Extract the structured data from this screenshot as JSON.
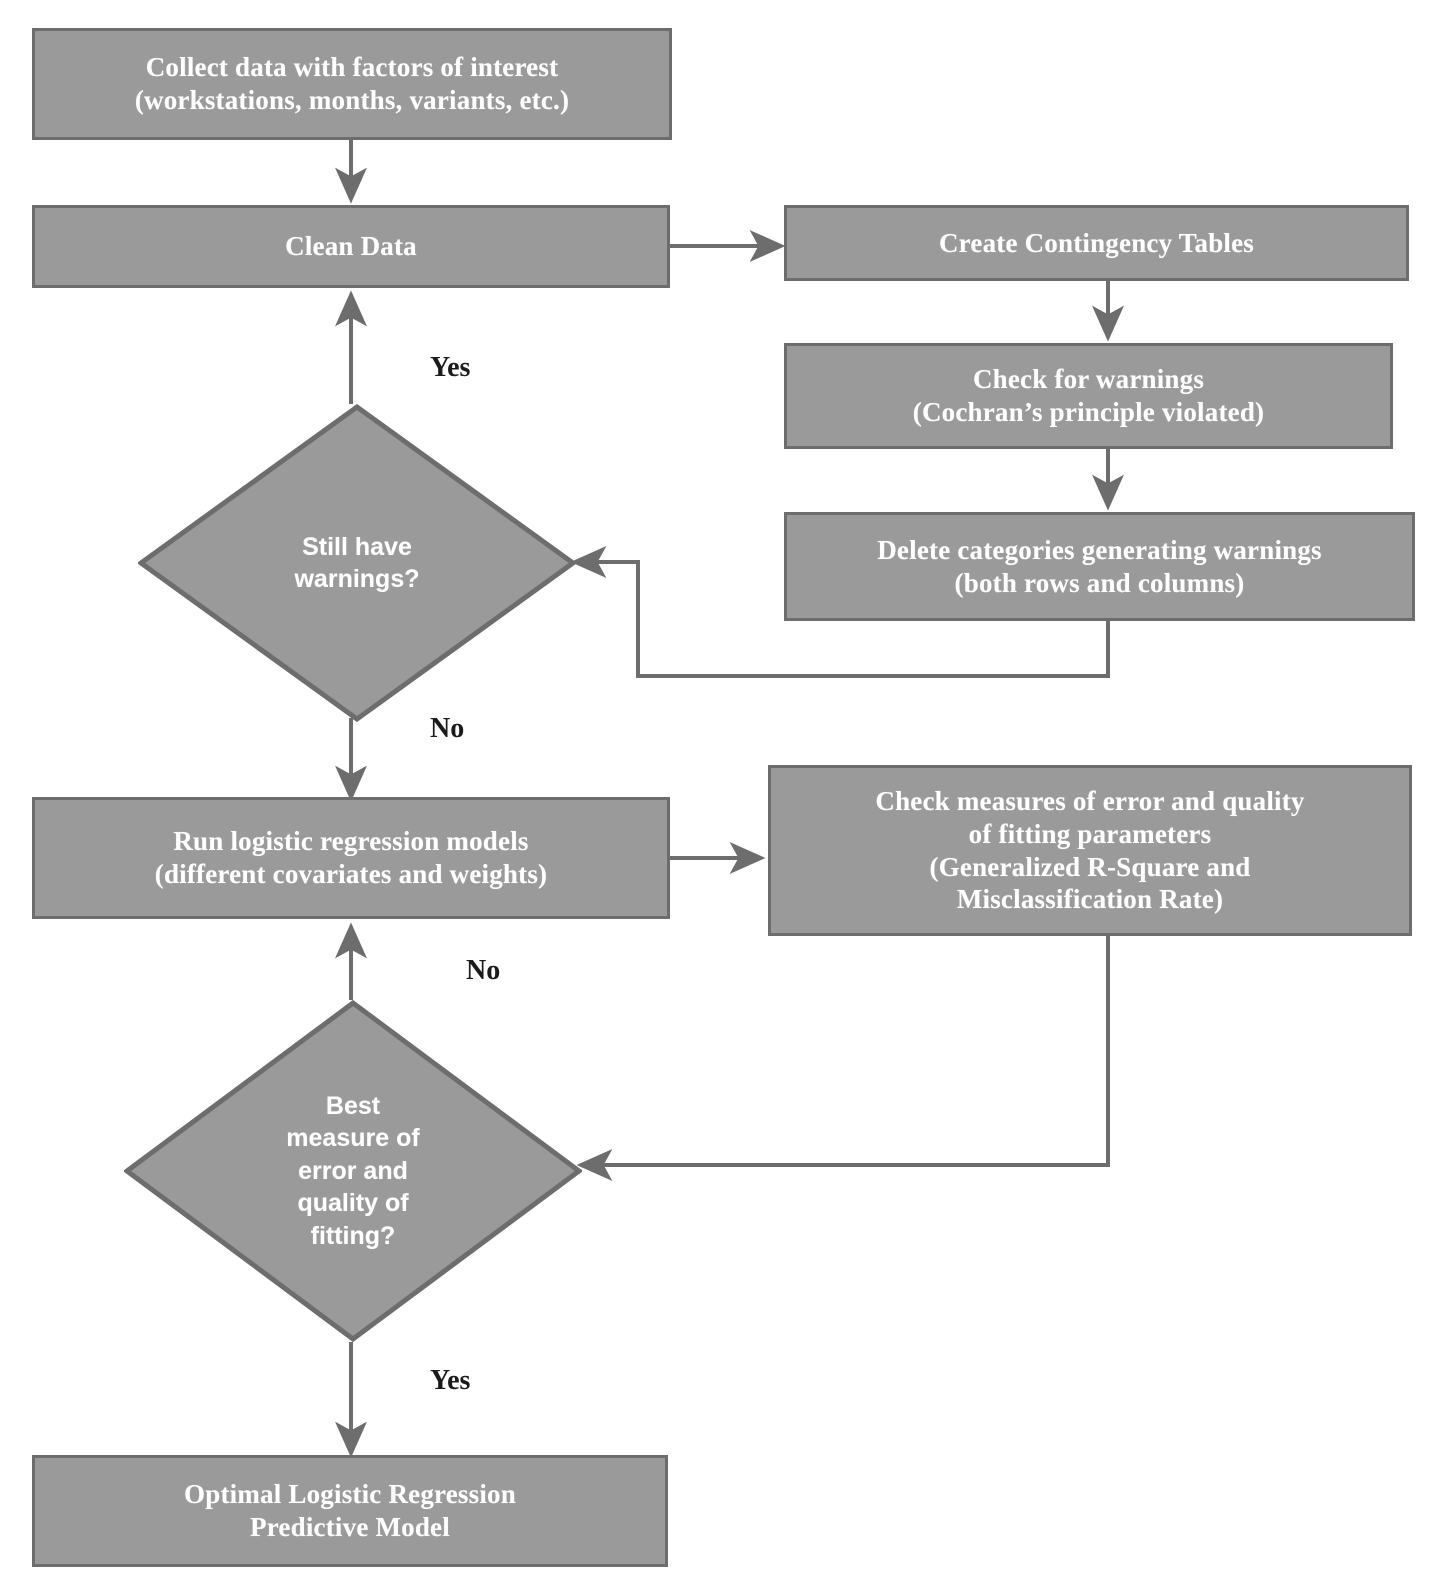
{
  "diagram": {
    "title": "Logistic regression modeling workflow flowchart",
    "palette": {
      "node_fill": "#9a9a9a",
      "node_border": "#6d6d6d",
      "node_text": "#ffffff",
      "edge_stroke": "#6d6d6d",
      "label_text": "#1b1b1b",
      "background": "#ffffff"
    },
    "nodes": [
      {
        "id": "collect-data",
        "type": "process",
        "text": "Collect data with factors of interest\n(workstations, months, variants, etc.)"
      },
      {
        "id": "clean-data",
        "type": "process",
        "text": "Clean Data"
      },
      {
        "id": "create-contingency-tables",
        "type": "process",
        "text": "Create Contingency Tables"
      },
      {
        "id": "check-for-warnings",
        "type": "process",
        "text": "Check for warnings\n(Cochran’s principle violated)"
      },
      {
        "id": "delete-categories",
        "type": "process",
        "text": "Delete categories generating warnings\n(both rows and columns)"
      },
      {
        "id": "still-have-warnings",
        "type": "decision",
        "text": "Still have\nwarnings?"
      },
      {
        "id": "run-logistic-regression",
        "type": "process",
        "text": "Run logistic regression models\n(different covariates and weights)"
      },
      {
        "id": "check-measures",
        "type": "process",
        "text": "Check measures of error and quality\nof fitting parameters\n(Generalized R-Square and\nMisclassification Rate)"
      },
      {
        "id": "best-measure",
        "type": "decision",
        "text": "Best\nmeasure of\nerror and\nquality of\nfitting?"
      },
      {
        "id": "optimal-model",
        "type": "process",
        "text": "Optimal Logistic Regression\nPredictive Model"
      }
    ],
    "edge_labels": [
      {
        "id": "warnings-yes",
        "text": "Yes"
      },
      {
        "id": "warnings-no",
        "text": "No"
      },
      {
        "id": "best-no",
        "text": "No"
      },
      {
        "id": "best-yes",
        "text": "Yes"
      }
    ],
    "edges": [
      {
        "from": "collect-data",
        "to": "clean-data",
        "label": ""
      },
      {
        "from": "clean-data",
        "to": "create-contingency-tables",
        "label": ""
      },
      {
        "from": "create-contingency-tables",
        "to": "check-for-warnings",
        "label": ""
      },
      {
        "from": "check-for-warnings",
        "to": "delete-categories",
        "label": ""
      },
      {
        "from": "delete-categories",
        "to": "still-have-warnings",
        "label": ""
      },
      {
        "from": "still-have-warnings",
        "to": "clean-data",
        "label": "Yes"
      },
      {
        "from": "still-have-warnings",
        "to": "run-logistic-regression",
        "label": "No"
      },
      {
        "from": "run-logistic-regression",
        "to": "check-measures",
        "label": ""
      },
      {
        "from": "check-measures",
        "to": "best-measure",
        "label": ""
      },
      {
        "from": "best-measure",
        "to": "run-logistic-regression",
        "label": "No"
      },
      {
        "from": "best-measure",
        "to": "optimal-model",
        "label": "Yes"
      }
    ]
  }
}
